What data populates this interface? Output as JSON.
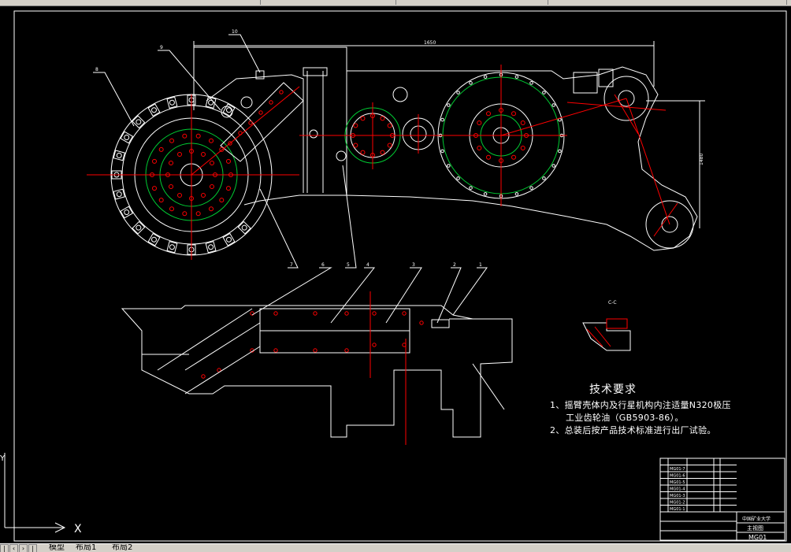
{
  "tech_requirements": {
    "title": "技术要求",
    "line1": "1、摇臂壳体内及行星机构内注适量N320极压",
    "line2": "工业齿轮油（GB5903-86）。",
    "line3": "2、总装后按产品技术标准进行出厂试验。"
  },
  "callouts": {
    "c10": "10",
    "c9": "9",
    "c8": "8",
    "c7": "7",
    "c6": "6",
    "c5": "5",
    "c4": "4",
    "c3": "3",
    "c2": "2",
    "c1": "1"
  },
  "dims": {
    "top": "1650",
    "right": "1480"
  },
  "section_label": "C-C",
  "ucs": {
    "x": "X",
    "y": "Y"
  },
  "title_block": {
    "school": "中国矿业大学",
    "drawing_name": "主视图",
    "drawing_no": "MG01",
    "parts": [
      "MG01-7",
      "MG01-6",
      "MG01-5",
      "MG01-4",
      "MG01-3",
      "MG01-2",
      "MG01-1"
    ]
  },
  "tabs": {
    "model": "模型",
    "layout1": "布局1",
    "layout2": "布局2"
  },
  "colors": {
    "line": "#ffffff",
    "center": "#ff0000",
    "gear": "#00cc33",
    "background": "#000000"
  }
}
